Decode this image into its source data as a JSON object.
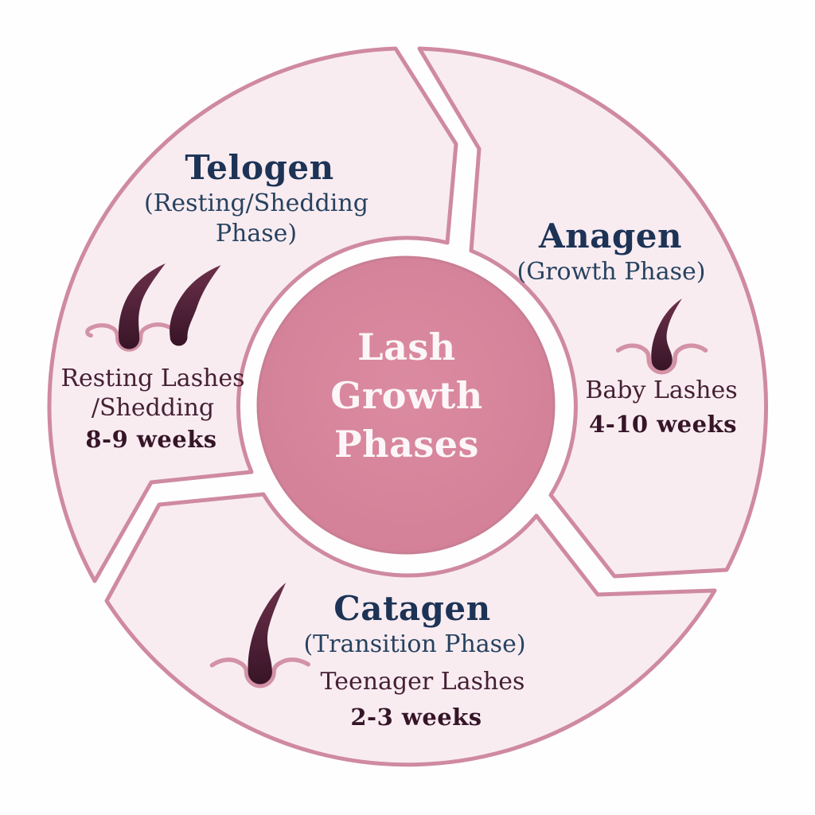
{
  "diagram": {
    "center_title": "Lash Growth Phases",
    "phases": [
      {
        "name": "Telogen",
        "subtitle": "(Resting/Shedding Phase)",
        "caption": "Resting Lashes /Shedding",
        "duration": "8-9 weeks",
        "icon": "telogen-resting-shedding-lashes-icon"
      },
      {
        "name": "Anagen",
        "subtitle": "(Growth Phase)",
        "caption": "Baby Lashes",
        "duration": "4-10 weeks",
        "icon": "anagen-baby-lash-follicle-icon"
      },
      {
        "name": "Catagen",
        "subtitle": "(Transition Phase)",
        "caption": "Teenager Lashes",
        "duration": "2-3 weeks",
        "icon": "catagen-teenager-lash-follicle-icon"
      }
    ],
    "colors": {
      "background": "#fefefe",
      "segment_fill": "#f8ecf1",
      "segment_border": "#cf8aa0",
      "center_circle_fill": "#d5829a",
      "heading_navy": "#1d3356",
      "subtitle_navy": "#27425f",
      "caption_plum": "#452033",
      "duration_plum": "#361527",
      "lash_dark": "#4a1f33",
      "skin_line_pink": "#d392a6"
    }
  }
}
